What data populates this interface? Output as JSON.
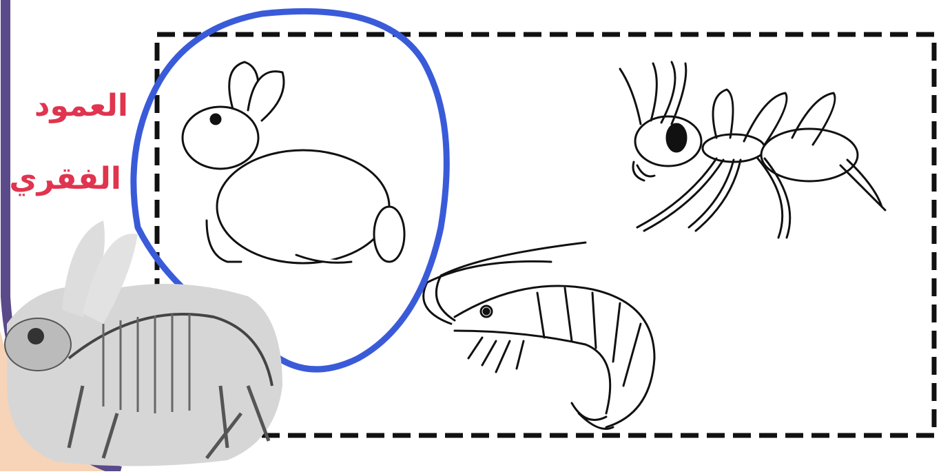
{
  "annotation": {
    "lines": [
      "العمود",
      "الفقري"
    ],
    "color": "#e0344f"
  },
  "colors": {
    "frame_purple": "#5a4a8a",
    "frame_peach": "#f7d4b8",
    "dashed_box": "#111111",
    "circle_highlight": "#3a5bd9",
    "skeleton_bg": "#d6d6d6"
  },
  "figures": [
    {
      "id": "rabbit",
      "icon": "rabbit-drawing",
      "highlighted": true
    },
    {
      "id": "ant",
      "icon": "ant-drawing",
      "highlighted": false
    },
    {
      "id": "shrimp",
      "icon": "shrimp-drawing",
      "highlighted": false
    },
    {
      "id": "rabbit-skeleton",
      "icon": "rabbit-skeleton-image",
      "highlighted": false
    }
  ]
}
